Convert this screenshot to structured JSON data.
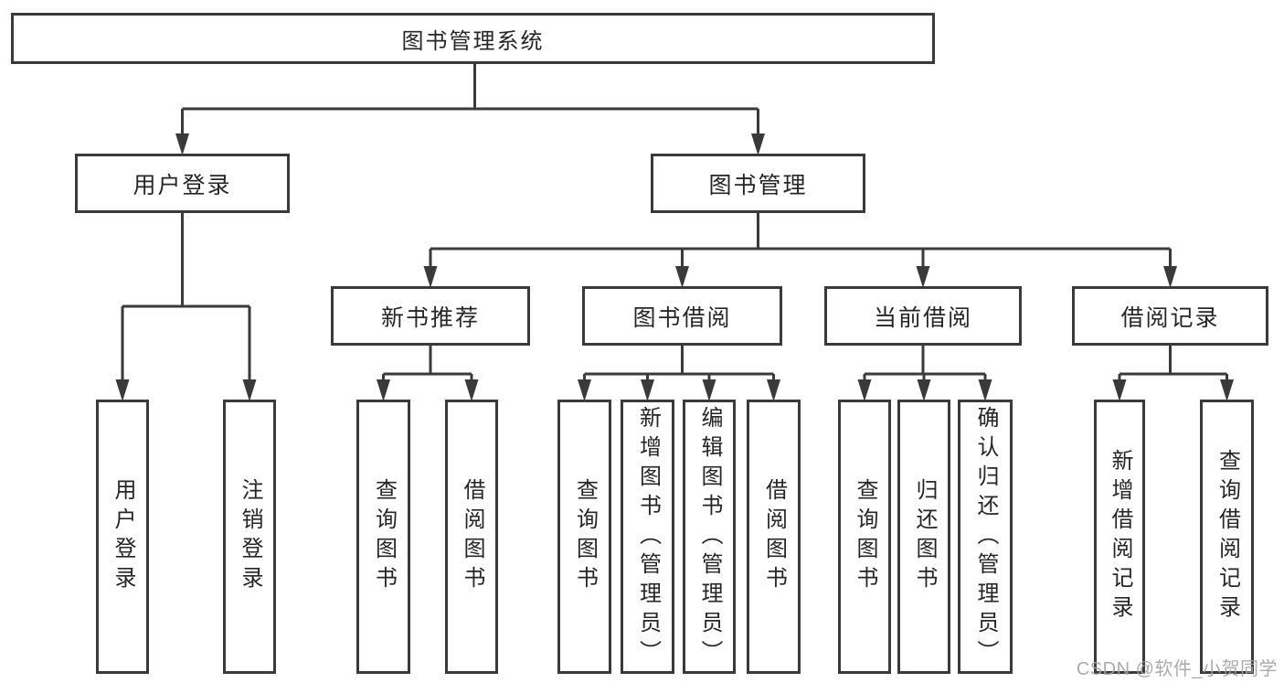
{
  "tree": {
    "root": "图书管理系统",
    "children": [
      {
        "label": "用户登录",
        "children": [
          "用户登录",
          "注销登录"
        ]
      },
      {
        "label": "图书管理",
        "children": [
          {
            "label": "新书推荐",
            "children": [
              "查询图书",
              "借阅图书"
            ]
          },
          {
            "label": "图书借阅",
            "children": [
              "查询图书",
              "新增图书（管理员）",
              "编辑图书（管理员）",
              "借阅图书"
            ]
          },
          {
            "label": "当前借阅",
            "children": [
              "查询图书",
              "归还图书",
              "确认归还（管理员）"
            ]
          },
          {
            "label": "借阅记录",
            "children": [
              "新增借阅记录",
              "查询借阅记录"
            ]
          }
        ]
      }
    ]
  },
  "watermark": {
    "text": "CSDN @软件_小贺同学",
    "color": "#a3a3a3"
  },
  "colors": {
    "line": "#3a3a3a",
    "box_border": "#3a3a3a",
    "box_background": "#ffffff",
    "text": "#262626"
  }
}
